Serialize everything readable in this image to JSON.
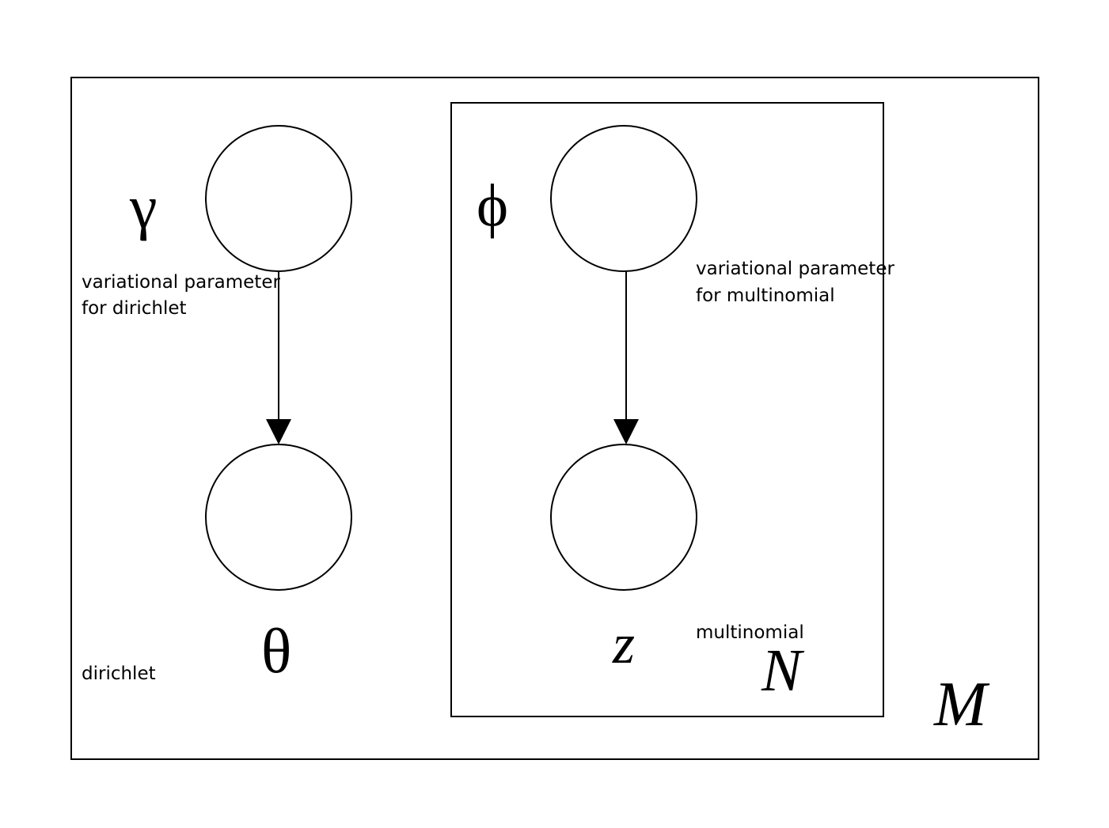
{
  "plates": {
    "outer_label": "M",
    "inner_label": "N"
  },
  "nodes": {
    "gamma": {
      "symbol": "γ",
      "note_line1": "variational parameter",
      "note_line2": "for dirichlet"
    },
    "theta": {
      "symbol": "θ",
      "note": "dirichlet"
    },
    "phi": {
      "symbol": "ϕ",
      "note_line1": "variational parameter",
      "note_line2": "for multinomial"
    },
    "z": {
      "symbol": "z",
      "note": "multinomial"
    }
  },
  "edges": [
    {
      "from": "gamma",
      "to": "theta"
    },
    {
      "from": "phi",
      "to": "z"
    }
  ]
}
